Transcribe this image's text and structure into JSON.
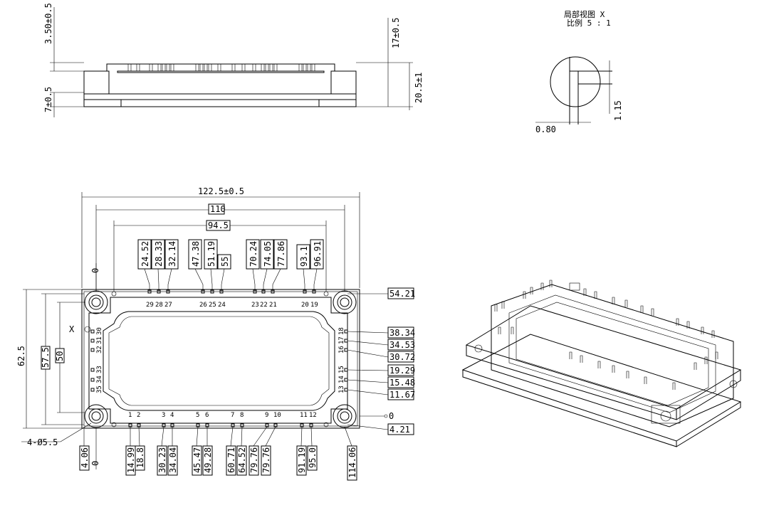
{
  "side_view": {
    "dim_left_top": "3.50±0.5",
    "dim_left_bottom": "7±0.5",
    "dim_right_top": "17±0.5",
    "dim_right_bottom": "20.5±1"
  },
  "detail_view": {
    "title_line1": "局部视图 X",
    "title_line2": "比例 5 : 1",
    "dim_width": "0.80",
    "dim_height": "1.15"
  },
  "top_view": {
    "overall_width": "122.5±0.5",
    "hole_pitch": "110",
    "inner_pitch": "94.5",
    "overall_height": "62.5",
    "height_57": "57.5",
    "height_50": "50",
    "hole_label": "4-Ø5.5",
    "detail_marker": "X",
    "origin_x_bottom": "0",
    "origin_x_top": "0",
    "origin_y_right": "0",
    "top_pin_dims": [
      "24.52",
      "28.33",
      "32.14",
      "47.38",
      "51.19",
      "55",
      "70.24",
      "74.05",
      "77.86",
      "93.1",
      "96.91"
    ],
    "top_pin_labels": [
      "29",
      "28",
      "27",
      "26",
      "25",
      "24",
      "23",
      "22",
      "21",
      "20",
      "19"
    ],
    "right_dims": [
      "54.21",
      "38.34",
      "34.53",
      "30.72",
      "19.29",
      "15.48",
      "11.67",
      "4.21"
    ],
    "right_pin_labels": [
      "18",
      "17",
      "16",
      "15",
      "14",
      "13"
    ],
    "left_pin_labels": [
      "30",
      "31",
      "32",
      "33",
      "34",
      "35"
    ],
    "bottom_pin_labels": [
      "1",
      "2",
      "3",
      "4",
      "5",
      "6",
      "7",
      "8",
      "9",
      "10",
      "11",
      "12"
    ],
    "bottom_dims": [
      "4.06",
      "14.99",
      "18.8",
      "30.23",
      "34.04",
      "45.47",
      "49.28",
      "60.71",
      "64.52",
      "79.76",
      "79.76",
      "91.19",
      "95.0",
      "114.06"
    ]
  }
}
